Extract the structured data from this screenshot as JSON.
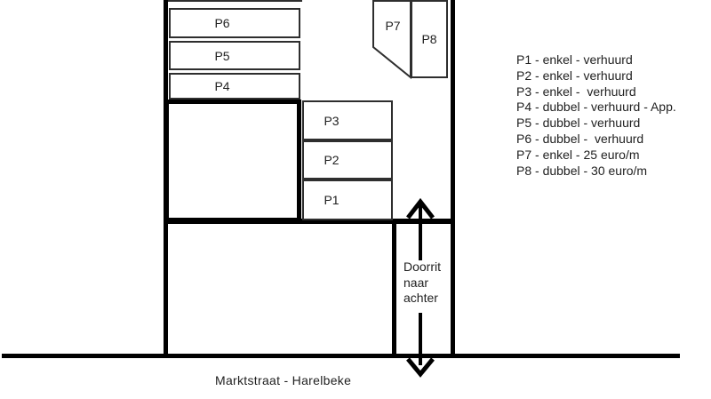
{
  "colors": {
    "background": "#ffffff",
    "thick_line": "#000000",
    "thin_line": "#2e2e2e",
    "text": "#1f1f1f"
  },
  "spots": {
    "p1": "P1",
    "p2": "P2",
    "p3": "P3",
    "p4": "P4",
    "p5": "P5",
    "p6": "P6",
    "p7": "P7",
    "p8": "P8"
  },
  "legend": {
    "items": [
      "P1 - enkel - verhuurd",
      "P2 - enkel - verhuurd",
      "P3 - enkel -  verhuurd",
      "P4 - dubbel - verhuurd - App.",
      "P5 - dubbel - verhuurd",
      "P6 - dubbel -  verhuurd",
      "P7 - enkel - 25 euro/m",
      "P8 - dubbel - 30 euro/m"
    ]
  },
  "passage_label": {
    "lines": [
      "Doorrit",
      "naar",
      "achter"
    ]
  },
  "street_label": "Marktstraat - Harelbeke",
  "icons": {
    "up_arrow": "arrow-up",
    "down_arrow": "arrow-down"
  }
}
